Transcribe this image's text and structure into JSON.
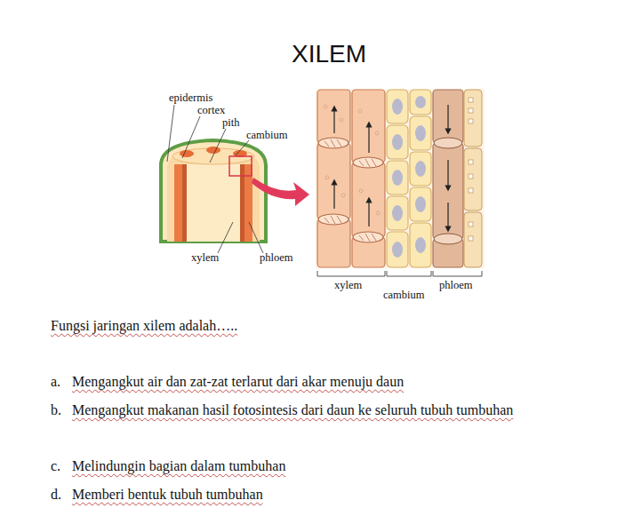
{
  "diagram": {
    "title": "XILEM",
    "labels": [
      "epidermis",
      "cortex",
      "pith",
      "cambium",
      "xylem",
      "phloem",
      "xylem",
      "cambium",
      "phloem",
      "Fungsi jaringan xilem adalah…..",
      "a.",
      "Mengangkut air dan zat-zat terlarut dari akar menuju daun",
      "b.",
      "Mengangkut makanan hasil fotosintesis dari daun ke seluruh tubuh tumbuhan",
      "c.",
      "Melindungin bagian dalam tumbuhan",
      "d.",
      "Memberi bentuk tubuh tumbuhan"
    ]
  }
}
